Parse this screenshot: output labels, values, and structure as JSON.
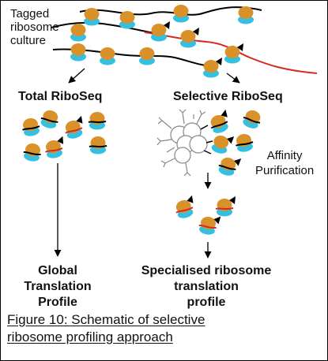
{
  "labels": {
    "culture_line1": "Tagged",
    "culture_line2": "ribosome",
    "culture_line3": "culture",
    "total": "Total RiboSeq",
    "selective": "Selective RiboSeq",
    "affinity_line1": "Affinity",
    "affinity_line2": "Purification",
    "global_line1": "Global",
    "global_line2": "Translation",
    "global_line3": "Profile",
    "special_line1": "Specialised ribosome",
    "special_line2": "translation",
    "special_line3": "profile"
  },
  "caption": {
    "line1": "Figure 10: Schematic of selective",
    "line2": "ribosome profiling approach"
  },
  "colors": {
    "large_subunit": "#d9922a",
    "small_subunit": "#35bfe0",
    "mrna_black": "#000000",
    "mrna_red": "#d42a1f",
    "tag": "#000000",
    "bead": "#ffffff",
    "antibody": "#888888"
  }
}
